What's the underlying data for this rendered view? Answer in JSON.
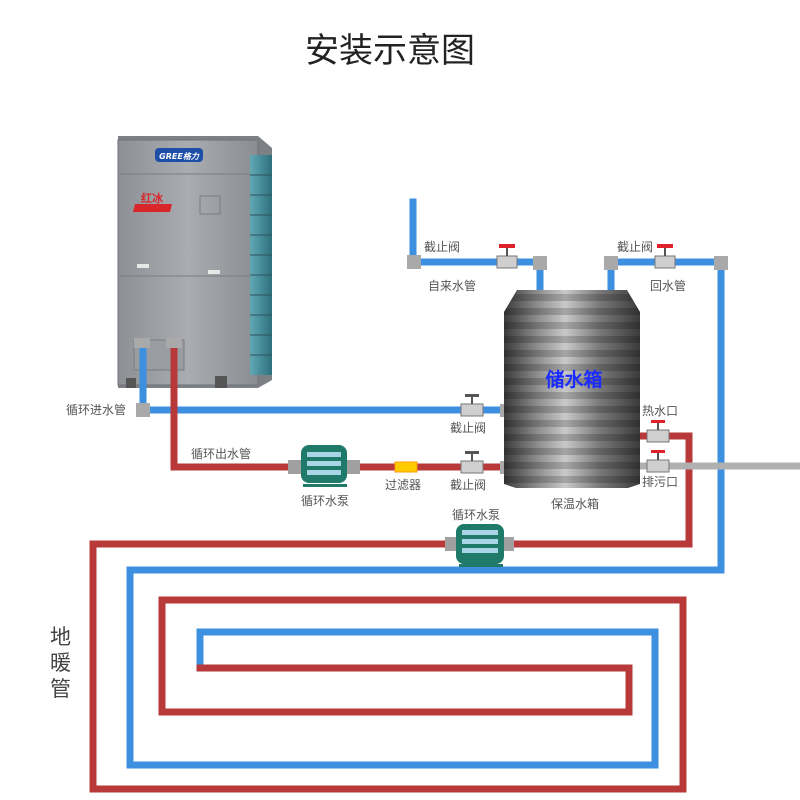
{
  "title": "安装示意图",
  "unit": {
    "brand": "GREE格力",
    "series_badge": "红冰"
  },
  "tank": {
    "name": "储水箱",
    "caption": "保温水箱"
  },
  "labels": {
    "tap_water_pipe": "自来水管",
    "return_pipe": "回水管",
    "valve_tap": "截止阀",
    "valve_return": "截止阀",
    "valve_inlet": "截止阀",
    "valve_outlet": "截止阀",
    "inlet_pipe": "循环进水管",
    "outlet_pipe": "循环出水管",
    "pump_1": "循环水泵",
    "pump_2": "循环水泵",
    "filter": "过滤器",
    "hot_water_port": "热水口",
    "drain_port": "排污口",
    "floor_heating_line1": "地",
    "floor_heating_line2": "暖",
    "floor_heating_line3": "管"
  },
  "colors": {
    "cold_pipe": "#3d8fe0",
    "hot_pipe": "#b8393a",
    "fitting": "#a9a9a9",
    "valve_handle": "#e0202a",
    "pump": "#1f7a6a",
    "filter": "#ffcc00",
    "tank": "#6a6a6a",
    "tank_label": "#1a2bff"
  }
}
